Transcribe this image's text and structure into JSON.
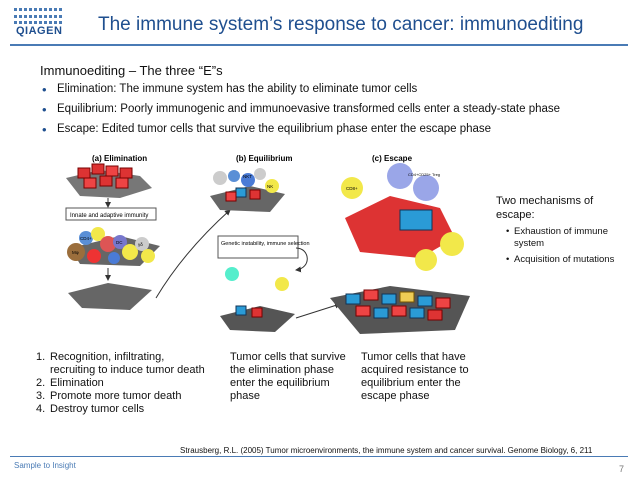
{
  "header": {
    "logo_text": "QIAGEN",
    "title": "The immune system’s response to cancer: immunoediting"
  },
  "intro": {
    "heading": "Immunoediting – The three “E”s",
    "bullets": [
      "Elimination: The immune system has the ability to eliminate tumor cells",
      "Equilibrium: Poorly immunogenic and immunoevasive transformed cells enter a steady-state phase",
      "Escape: Edited tumor cells that survive the equilibrium phase enter the escape phase"
    ]
  },
  "diagram": {
    "panel_labels": [
      "(a) Elimination",
      "(b) Equilibrium",
      "(c) Escape"
    ],
    "box_labels": [
      "Innate and adaptive immunity",
      "Genetic instability, immune selection"
    ],
    "cell_labels": [
      "NKT",
      "NK",
      "CD8+",
      "CD4+",
      "Mφ",
      "γδ",
      "DC",
      "CD4+CD25+ Treg"
    ]
  },
  "escape": {
    "title": "Two mechanisms of escape:",
    "items": [
      "Exhaustion of immune system",
      "Acquisition of mutations"
    ]
  },
  "steps": [
    {
      "num": "1.",
      "text": "Recognition, infiltrating, recruiting to induce tumor death"
    },
    {
      "num": "2.",
      "text": "Elimination"
    },
    {
      "num": "3.",
      "text": "Promote more tumor death"
    },
    {
      "num": "4.",
      "text": "Destroy tumor cells"
    }
  ],
  "equilibrium_note": "Tumor cells that survive the elimination phase enter the equilibrium phase",
  "escape_note": "Tumor cells that have acquired resistance to equilibrium enter the escape phase",
  "citation": "Strausberg, R.L. (2005) Tumor microenvironments, the immune system and cancer survival. Genome Biology, 6, 211",
  "footer": {
    "tagline": "Sample to Insight",
    "page": "7"
  },
  "colors": {
    "brand": "#1f4f8f",
    "accent": "#4a7bb5"
  }
}
